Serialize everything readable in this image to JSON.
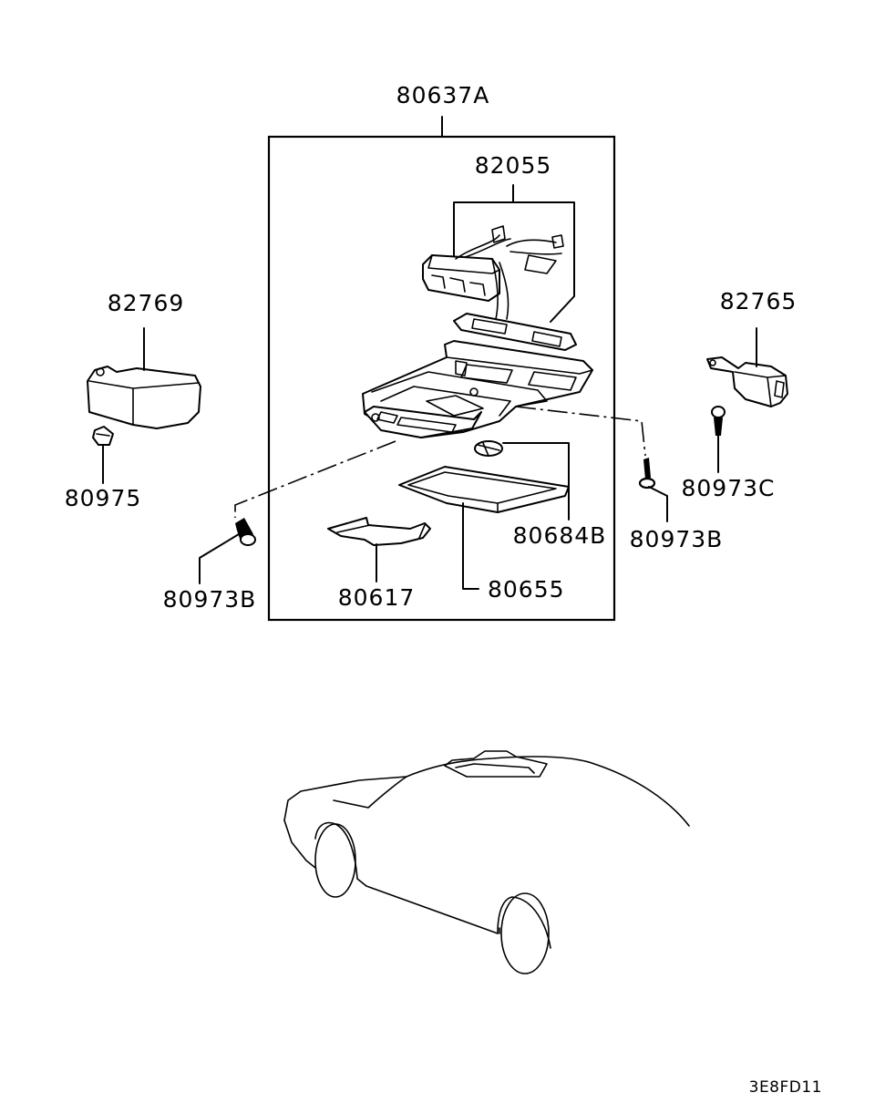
{
  "labels": {
    "assembly": "80637A",
    "harness": "82055",
    "left_module": "82769",
    "right_module": "82765",
    "clip": "80975",
    "screw_right_upper": "80973C",
    "screw_right": "80973B",
    "screw_left": "80973B",
    "bulb": "80684B",
    "lens": "80655",
    "cover": "80617"
  },
  "figure_code": "3E8FD11"
}
